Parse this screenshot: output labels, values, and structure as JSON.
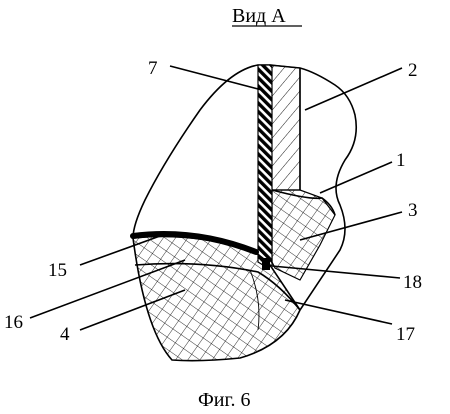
{
  "header": {
    "view_title": "Вид А"
  },
  "caption": {
    "text": "Фиг. 6"
  },
  "callouts": [
    {
      "id": "7",
      "label": "7"
    },
    {
      "id": "2",
      "label": "2"
    },
    {
      "id": "1",
      "label": "1"
    },
    {
      "id": "3",
      "label": "3"
    },
    {
      "id": "15",
      "label": "15"
    },
    {
      "id": "18",
      "label": "18"
    },
    {
      "id": "16",
      "label": "16"
    },
    {
      "id": "4",
      "label": "4"
    },
    {
      "id": "17",
      "label": "17"
    }
  ]
}
